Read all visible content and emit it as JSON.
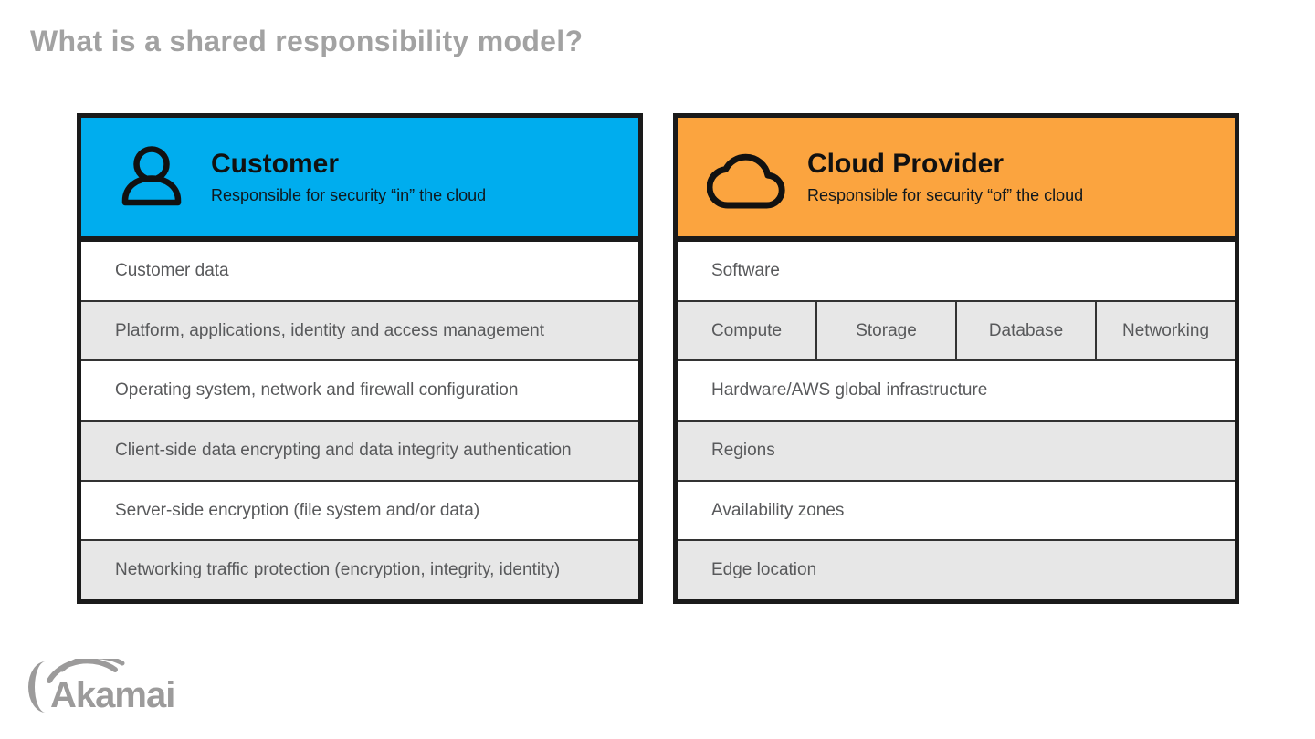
{
  "page": {
    "title": "What is a shared responsibility model?"
  },
  "panels": [
    {
      "id": "customer",
      "header": {
        "icon": "person-icon",
        "title": "Customer",
        "subtitle": "Responsible for security “in” the cloud",
        "bg_color": "#00ADEE"
      },
      "rows": [
        {
          "label": "Customer data",
          "shaded": false
        },
        {
          "label": "Platform, applications, identity and access management",
          "shaded": true
        },
        {
          "label": "Operating system, network and firewall configuration",
          "shaded": false
        },
        {
          "label": "Client-side data encrypting and data integrity authentication",
          "shaded": true
        },
        {
          "label": "Server-side encryption (file system and/or data)",
          "shaded": false
        },
        {
          "label": "Networking traffic protection (encryption, integrity, identity)",
          "shaded": true
        }
      ]
    },
    {
      "id": "cloud-provider",
      "header": {
        "icon": "cloud-icon",
        "title": "Cloud Provider",
        "subtitle": "Responsible for security “of” the cloud",
        "bg_color": "#FBA43F"
      },
      "rows": [
        {
          "label": "Software",
          "shaded": false
        },
        {
          "cells": [
            "Compute",
            "Storage",
            "Database",
            "Networking"
          ],
          "shaded": true
        },
        {
          "label": "Hardware/AWS global infrastructure",
          "shaded": false
        },
        {
          "label": "Regions",
          "shaded": true
        },
        {
          "label": "Availability zones",
          "shaded": false
        },
        {
          "label": "Edge location",
          "shaded": true
        }
      ]
    }
  ],
  "footer": {
    "logo_text": "Akamai",
    "logo_icon": "akamai-swoosh-icon"
  },
  "colors": {
    "customer_header_bg": "#00ADEE",
    "cloud_header_bg": "#FBA43F",
    "shaded_row_bg": "#E7E7E7",
    "panel_border": "#1A1A1A",
    "row_text": "#58595B",
    "title_text": "#A2A2A2",
    "logo_gray": "#9C9B9B"
  }
}
